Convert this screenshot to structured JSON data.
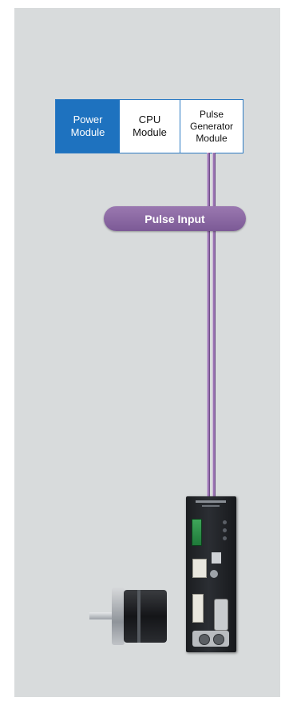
{
  "modules": {
    "power": "Power\nModule",
    "cpu": "CPU\nModule",
    "pulse": "Pulse\nGenerator\nModule"
  },
  "connection": {
    "label": "Pulse Input"
  },
  "colors": {
    "background_panel": "#d8dbdc",
    "power_module": "#1e72bf",
    "module_border": "#2e7bc3",
    "cable": "#9a73b3",
    "label_pill": "#8b68a3"
  }
}
